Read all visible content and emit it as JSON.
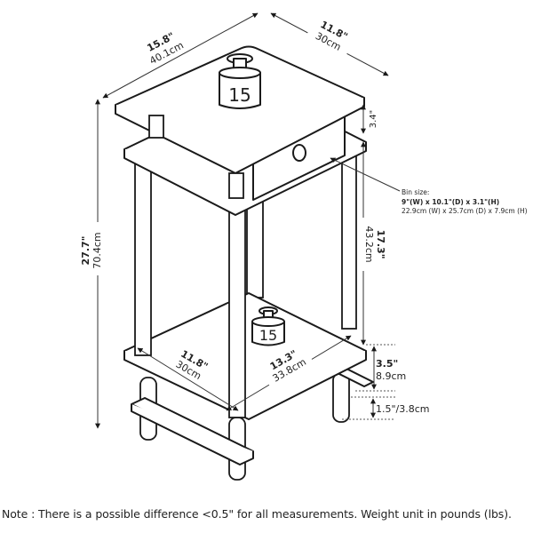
{
  "diagram": {
    "subject": "Square accent side table with drawer, two shelves, and legs",
    "weights": {
      "top_shelf_weight": "15",
      "bottom_shelf_weight": "15"
    },
    "dimensions": {
      "top_width_in": "15.8\"",
      "top_width_cm": "40.1cm",
      "top_depth_in": "11.8\"",
      "top_depth_cm": "30cm",
      "drawer_gap_in": "3.4\"",
      "total_height_in": "27.7\"",
      "total_height_cm": "70.4cm",
      "shelf_clearance_in": "17.3\"",
      "shelf_clearance_cm": "43.2cm",
      "bottom_depth_in": "11.8\"",
      "bottom_depth_cm": "30cm",
      "bottom_width_in": "13.3\"",
      "bottom_width_cm": "33.8cm",
      "lower_gap_in": "3.5\"",
      "lower_gap_cm": "8.9cm",
      "foot_height": "1.5\"/3.8cm"
    },
    "bin": {
      "label": "Bin size:",
      "size_in": "9\"(W) x 10.1\"(D) x 3.1\"(H)",
      "size_cm": "22.9cm (W) x 25.7cm (D) x 7.9cm (H)"
    }
  },
  "footer": {
    "note": "Note : There is a possible difference <0.5\" for all measurements. Weight unit in pounds (lbs)."
  }
}
